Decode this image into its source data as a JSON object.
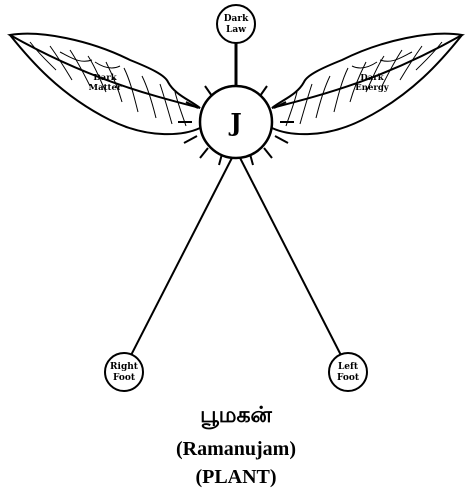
{
  "diagram": {
    "top_node": {
      "line1": "Dark",
      "line2": "Law"
    },
    "left_wing": {
      "line1": "Dark",
      "line2": "Matter"
    },
    "right_wing": {
      "line1": "Dark",
      "line2": "Energy"
    },
    "center_node": {
      "label": "J"
    },
    "left_foot": {
      "line1": "Right",
      "line2": "Foot"
    },
    "right_foot": {
      "line1": "Left",
      "line2": "Foot"
    }
  },
  "caption": {
    "tamil": "பூமகன்",
    "name": "(Ramanujam)",
    "type": "(PLANT)"
  },
  "colors": {
    "stroke": "#000000",
    "background": "#ffffff"
  }
}
